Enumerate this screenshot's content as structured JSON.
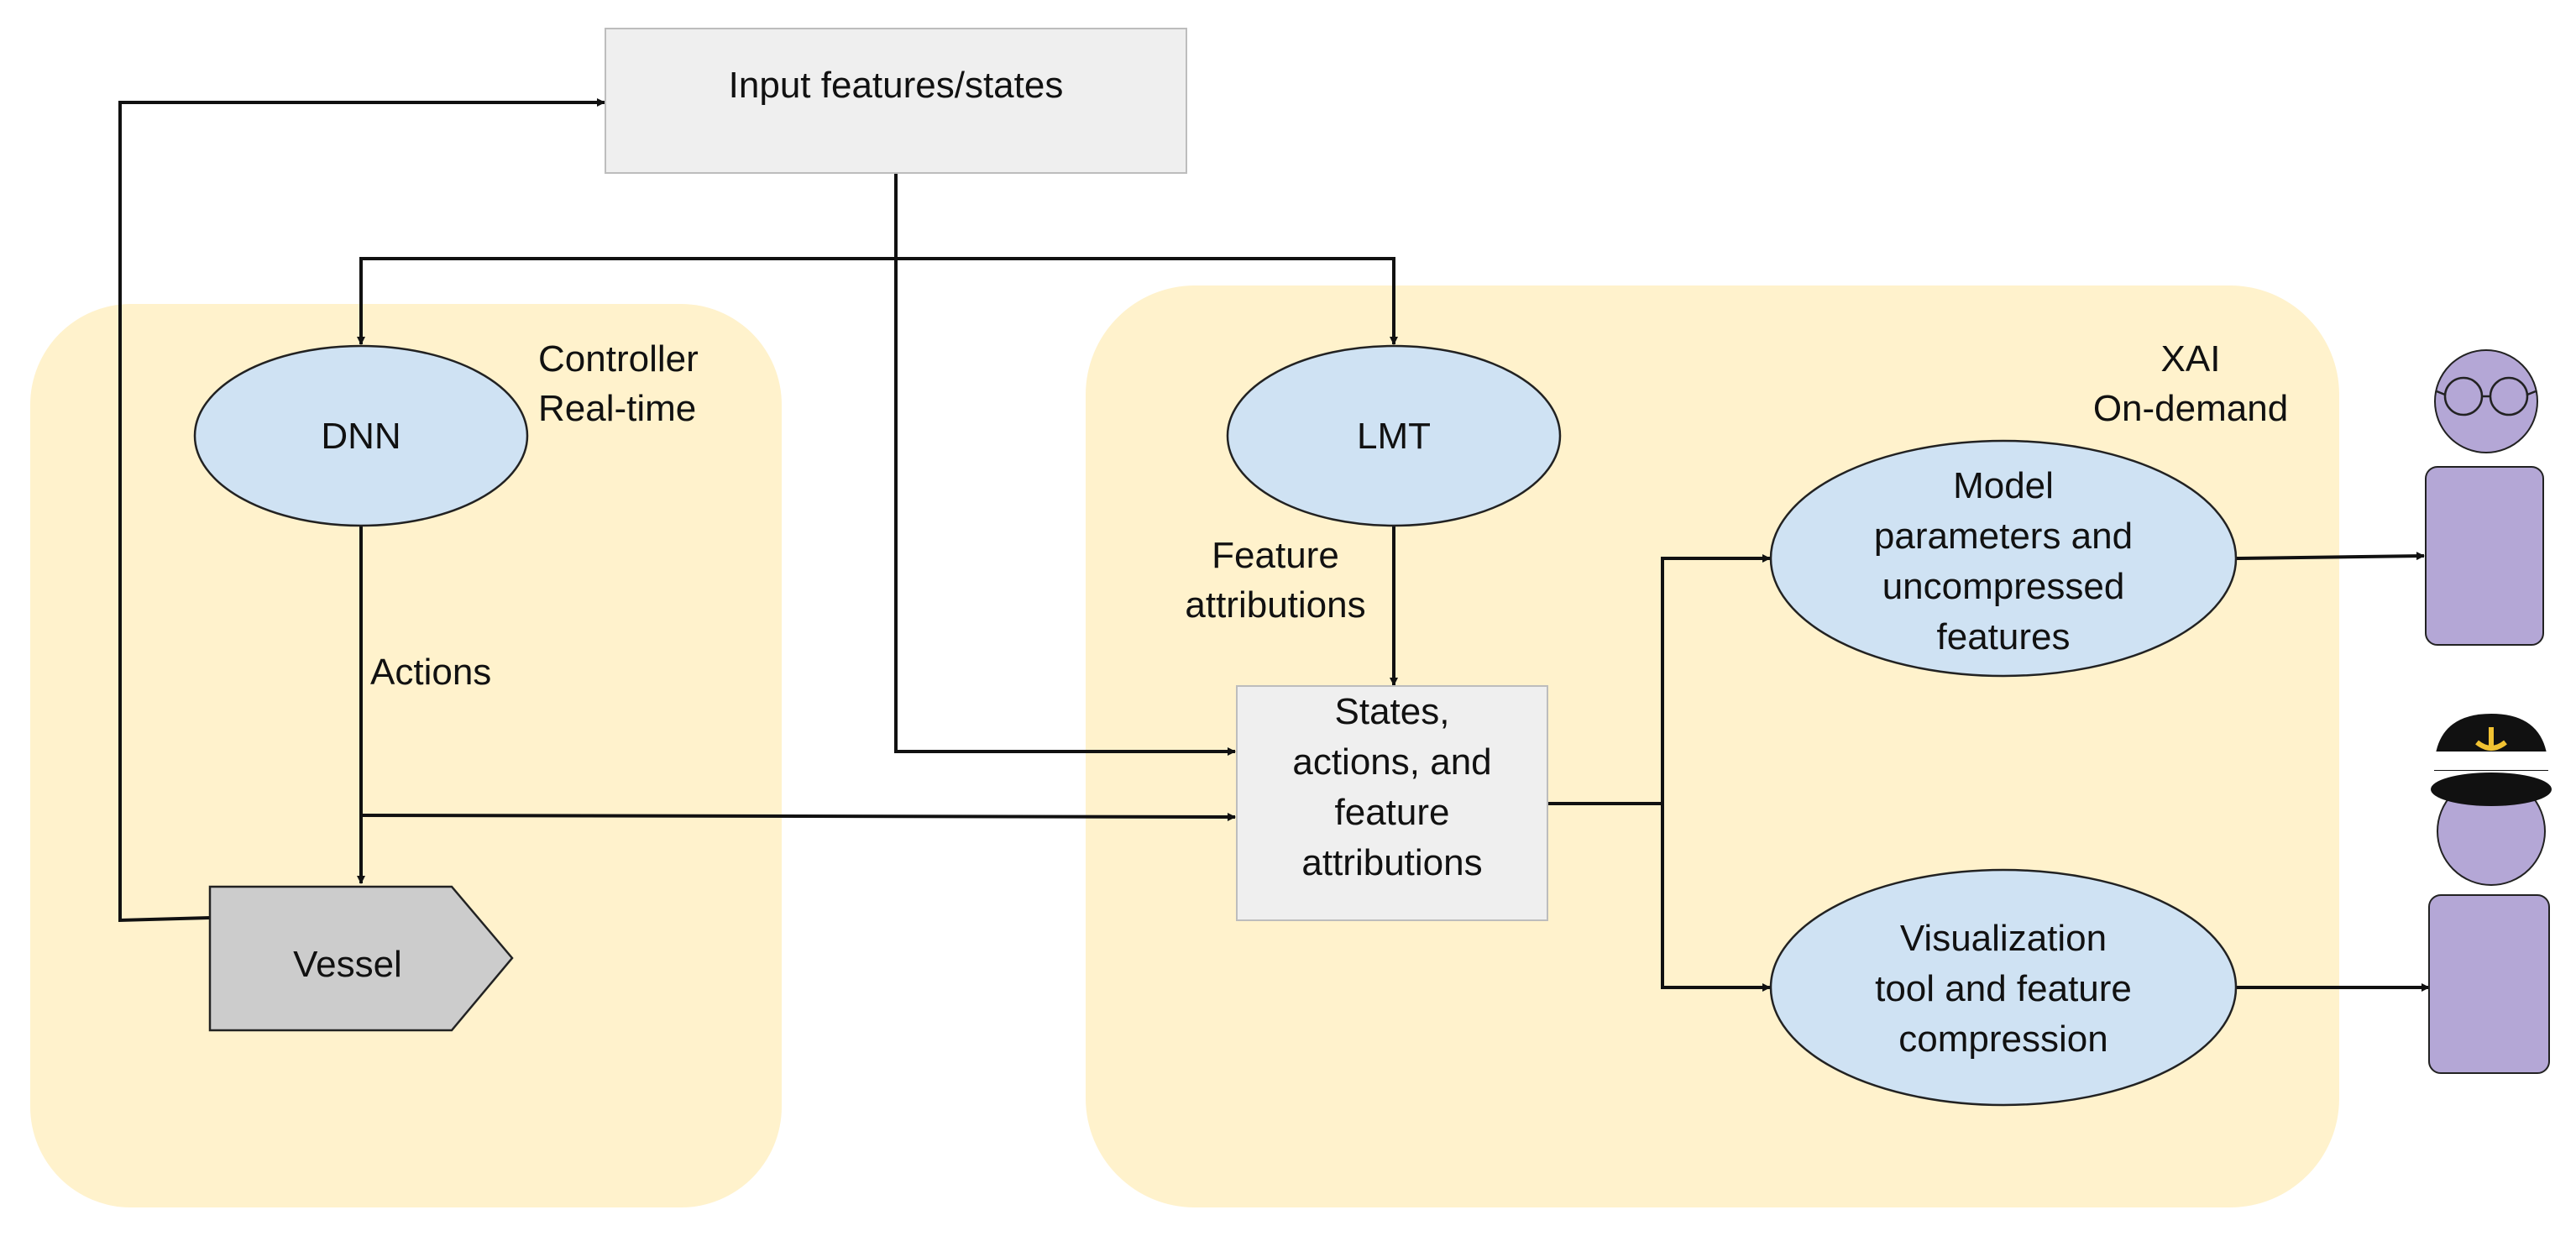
{
  "diagram": {
    "input_box": "Input features/states",
    "controller_group": {
      "line1": "Controller",
      "line2": "Real-time"
    },
    "xai_group": {
      "line1": "XAI",
      "line2": "On-demand"
    },
    "dnn": "DNN",
    "lmt": "LMT",
    "vessel": "Vessel",
    "actions_label": "Actions",
    "feature_attr_label": {
      "line1": "Feature",
      "line2": "attributions"
    },
    "states_box": {
      "line1": "States,",
      "line2": "actions, and",
      "line3": "feature",
      "line4": "attributions"
    },
    "model_params": {
      "line1": "Model",
      "line2": "parameters and",
      "line3": "uncompressed",
      "line4": "features"
    },
    "visualization": {
      "line1": "Visualization",
      "line2": "tool and feature",
      "line3": "compression"
    },
    "colors": {
      "group_fill": "#fff2cc",
      "node_fill": "#cfe2f3",
      "box_fill": "#efefef",
      "vessel_fill": "#cccccc",
      "person_fill": "#b4a7d6",
      "cap_accent": "#f1c232"
    },
    "icons": [
      "researcher-icon",
      "captain-icon"
    ]
  }
}
